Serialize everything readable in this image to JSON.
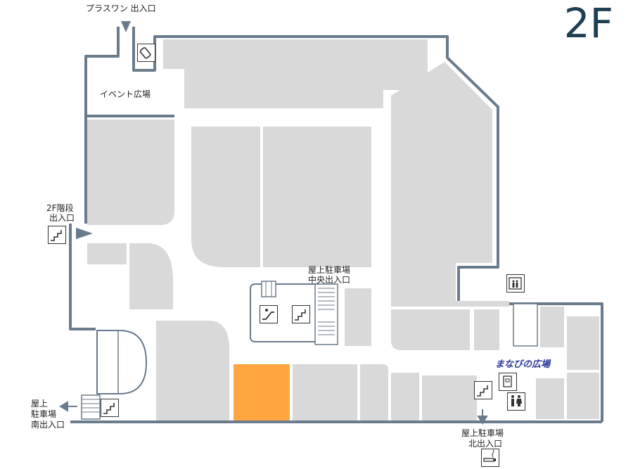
{
  "floor": "2F",
  "labels": {
    "plaswan": "プラスワン 出入口",
    "event_hall": "イベント広場",
    "stairs_2f_line1": "2F階段",
    "stairs_2f_line2": "出入口",
    "roof_center_line1": "屋上駐車場",
    "roof_center_line2": "中央出入口",
    "roof_south_line1": "屋上",
    "roof_south_line2": "駐車場",
    "roof_south_line3": "南出入口",
    "roof_north_line1": "屋上駐車場",
    "roof_north_line2": "北出入口",
    "manabi_plaza": "まなびの広場"
  },
  "colors": {
    "wall": "#6a7b8c",
    "shop": "#d9d9d9",
    "highlight": "#ffa640",
    "floor_text": "#1e3f52",
    "manabi_text": "#2a3a9a"
  },
  "icons": [
    "smoking-room-icon",
    "elevator-icon",
    "restroom-icon",
    "escalator-icon",
    "stairs-icon",
    "locker-icon",
    "entrance-arrow-icon",
    "nursing-room-icon"
  ]
}
